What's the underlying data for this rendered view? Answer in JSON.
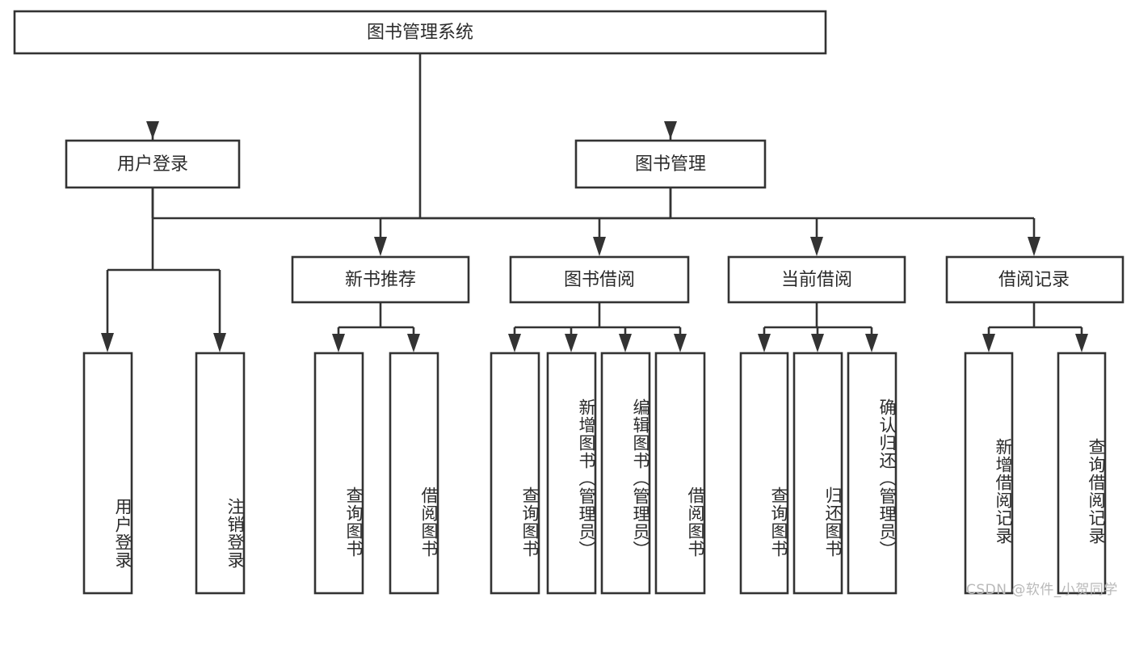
{
  "diagram": {
    "type": "tree",
    "title": "图书管理系统",
    "root": {
      "id": "root",
      "label": "图书管理系统",
      "orientation": "horizontal"
    },
    "level2": [
      {
        "id": "user-login",
        "label": "用户登录",
        "orientation": "horizontal"
      },
      {
        "id": "book-manage",
        "label": "图书管理",
        "orientation": "horizontal"
      }
    ],
    "level3": [
      {
        "id": "new-book-recommend",
        "label": "新书推荐",
        "parent": "book-manage",
        "orientation": "horizontal"
      },
      {
        "id": "book-borrow",
        "label": "图书借阅",
        "parent": "book-manage",
        "orientation": "horizontal"
      },
      {
        "id": "current-borrow",
        "label": "当前借阅",
        "parent": "book-manage",
        "orientation": "horizontal"
      },
      {
        "id": "borrow-record",
        "label": "借阅记录",
        "parent": "book-manage",
        "orientation": "horizontal"
      }
    ],
    "leaves": [
      {
        "id": "leaf-user-login",
        "label": "用户登录",
        "parent": "user-login",
        "orientation": "vertical"
      },
      {
        "id": "leaf-user-logout",
        "label": "注销登录",
        "parent": "user-login",
        "orientation": "vertical"
      },
      {
        "id": "leaf-query-book-1",
        "label": "查询图书",
        "parent": "new-book-recommend",
        "orientation": "vertical"
      },
      {
        "id": "leaf-borrow-book-1",
        "label": "借阅图书",
        "parent": "new-book-recommend",
        "orientation": "vertical"
      },
      {
        "id": "leaf-query-book-2",
        "label": "查询图书",
        "parent": "book-borrow",
        "orientation": "vertical"
      },
      {
        "id": "leaf-add-book",
        "label": "新增图书（管理员）",
        "parent": "book-borrow",
        "orientation": "vertical"
      },
      {
        "id": "leaf-edit-book",
        "label": "编辑图书（管理员）",
        "parent": "book-borrow",
        "orientation": "vertical"
      },
      {
        "id": "leaf-borrow-book-2",
        "label": "借阅图书",
        "parent": "book-borrow",
        "orientation": "vertical"
      },
      {
        "id": "leaf-query-book-3",
        "label": "查询图书",
        "parent": "current-borrow",
        "orientation": "vertical"
      },
      {
        "id": "leaf-return-book",
        "label": "归还图书",
        "parent": "current-borrow",
        "orientation": "vertical"
      },
      {
        "id": "leaf-confirm-return",
        "label": "确认归还（管理员）",
        "parent": "current-borrow",
        "orientation": "vertical"
      },
      {
        "id": "leaf-add-record",
        "label": "新增借阅记录",
        "parent": "borrow-record",
        "orientation": "vertical"
      },
      {
        "id": "leaf-query-record",
        "label": "查询借阅记录",
        "parent": "borrow-record",
        "orientation": "vertical"
      }
    ],
    "colors": {
      "background": "#ffffff",
      "box_fill": "#ffffff",
      "box_stroke": "#333333",
      "text": "#2b2b2b",
      "watermark": "#b9b9b9"
    }
  },
  "watermark": {
    "text": "CSDN @软件_小贺同学"
  }
}
